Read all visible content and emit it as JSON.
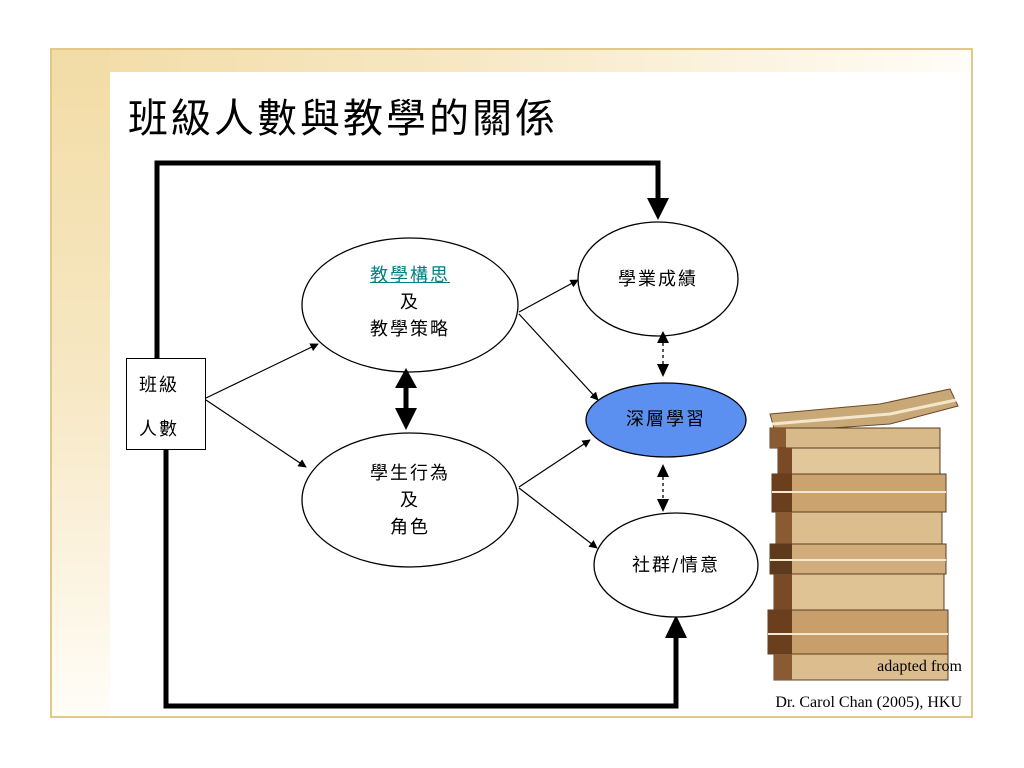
{
  "title": "班級人數與教學的關係",
  "nodes": {
    "class_size": {
      "line1": "班級",
      "line2": "人數"
    },
    "teaching_concept": {
      "line1": "教學構思",
      "line2": "及",
      "line3": "教學策略"
    },
    "student_behavior": {
      "line1": "學生行為",
      "line2": "及",
      "line3": "角色"
    },
    "academic_achievement": {
      "label": "學業成績"
    },
    "deep_learning": {
      "label": "深層學習"
    },
    "community_affect": {
      "label": "社群/情意"
    }
  },
  "credit": {
    "line1": "adapted from",
    "line2": "Dr. Carol Chan (2005), HKU"
  },
  "colors": {
    "highlight_fill": "#5b8ff0",
    "frame": "#e2c98a",
    "link_text": "#008080"
  }
}
